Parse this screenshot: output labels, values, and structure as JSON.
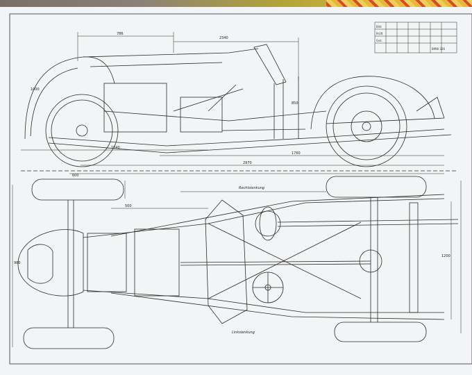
{
  "drawing": {
    "side_dimensions": {
      "d1": "786",
      "d2": "2340",
      "d3": "1040",
      "d4": "1760",
      "d5": "2970",
      "d6": "1000",
      "d7": "850"
    },
    "top_dimensions": {
      "width_front": "600",
      "width_mid": "500",
      "width_rear": "1200",
      "frame": "980"
    },
    "labels": {
      "rechtslenkung": "Rechtslenkung",
      "linkslenkung": "Linkslenkung"
    },
    "title_block": {
      "rows": [
        "Bild",
        "Prüft",
        "Gez."
      ],
      "code": "BMW 326"
    }
  }
}
